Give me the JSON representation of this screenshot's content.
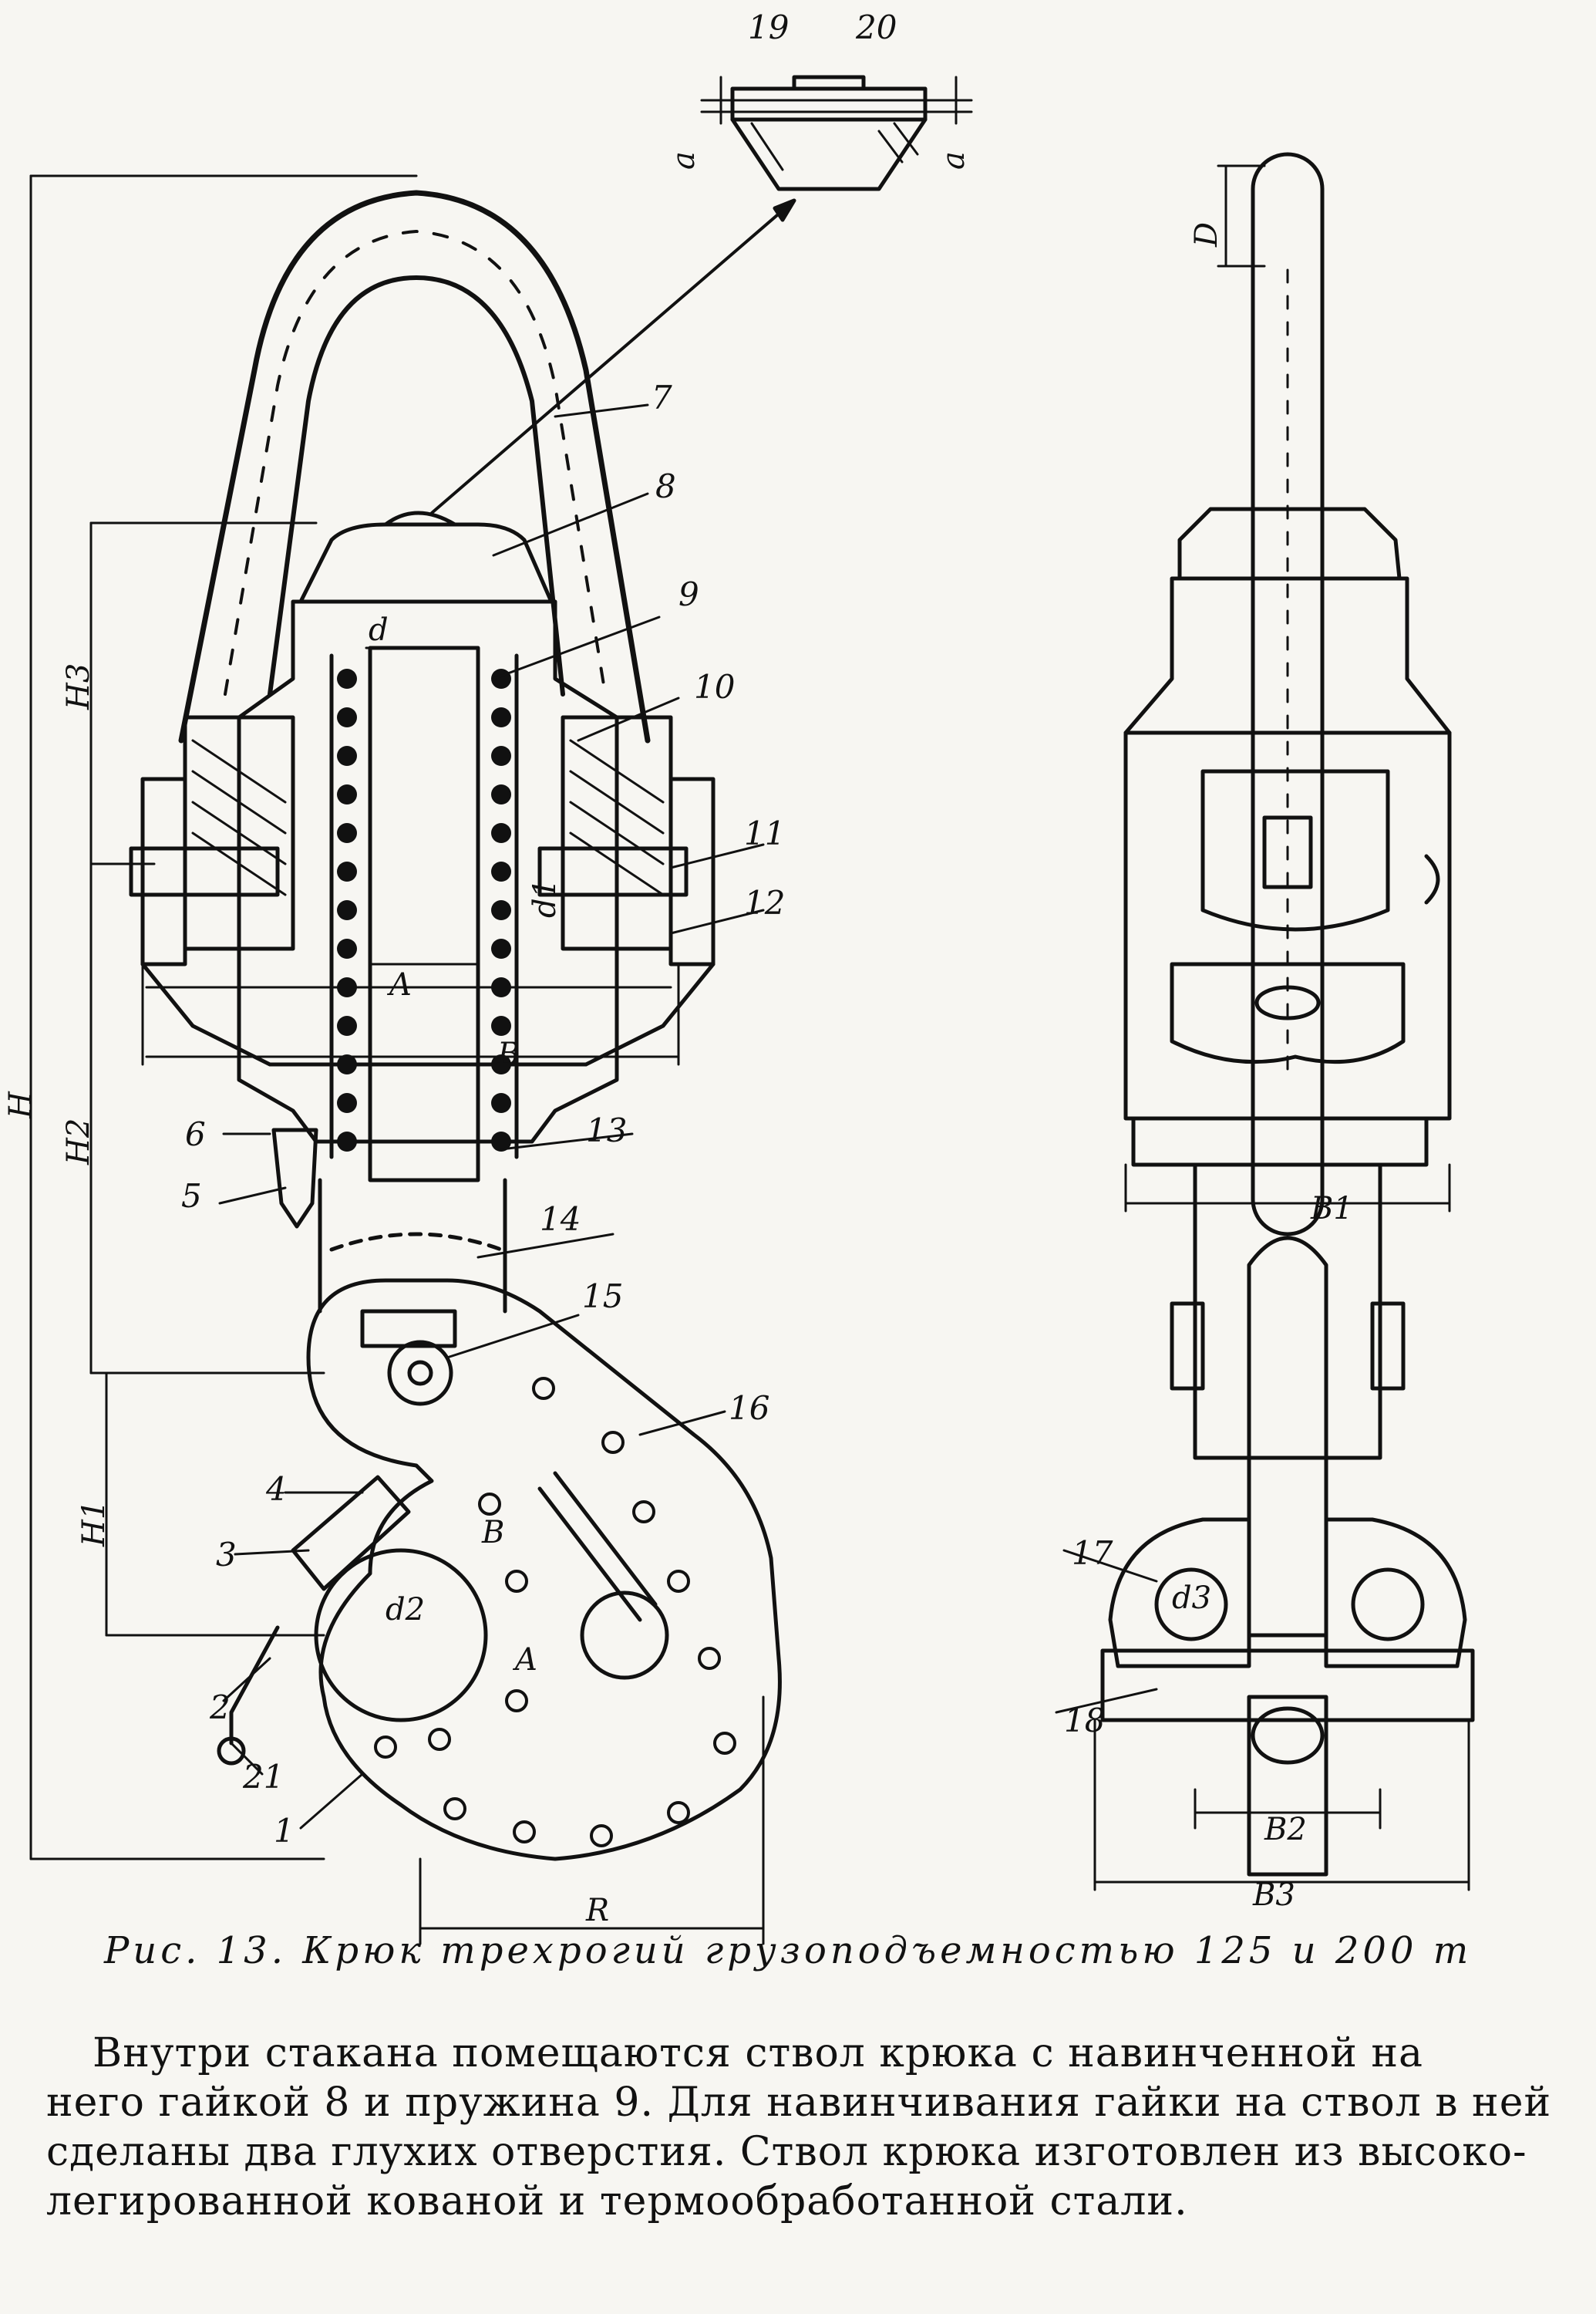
{
  "figure": {
    "caption": "Рис. 13. Крюк трехрогий грузоподъемностью 125 и 200 т",
    "part_labels": [
      "1",
      "2",
      "3",
      "4",
      "5",
      "6",
      "7",
      "8",
      "9",
      "10",
      "11",
      "12",
      "13",
      "14",
      "15",
      "16",
      "17",
      "18",
      "19",
      "20",
      "21"
    ],
    "dimension_labels": {
      "H": "H",
      "H1": "H1",
      "H2": "H2",
      "H3": "H3",
      "A_top": "A",
      "B_top": "B",
      "d": "d",
      "d1": "d1",
      "d2": "d2",
      "d3": "d3",
      "A_low": "A",
      "B_low": "B",
      "R": "R",
      "D": "D",
      "B1": "B1",
      "B2": "B2",
      "B3": "B3",
      "a_left": "a",
      "a_right": "a"
    }
  },
  "body_text": {
    "lines": [
      "Внутри стакана помещаются ствол крюка с навинченной на",
      "него гайкой 8 и пружина 9. Для навинчивания гайки на ствол в ней",
      "сделаны два глухих отверстия. Ствол крюка изготовлен из высоко-",
      "легированной кованой и термообработанной стали."
    ]
  }
}
